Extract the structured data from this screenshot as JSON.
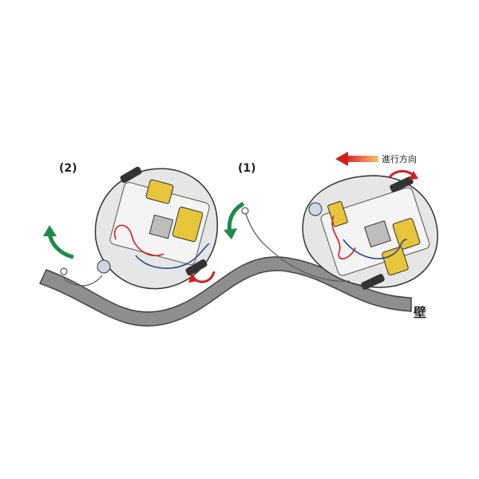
{
  "labels": {
    "step_1": "(1)",
    "step_2": "(2)",
    "wall": "壁",
    "direction": "進行方向"
  },
  "colors": {
    "wall_fill": "#8e8e8e",
    "wall_stroke": "#444444",
    "body_fill": "#e6e6e6",
    "body_stroke": "#333333",
    "motor": "#e8c43a",
    "wire_red": "#d11f1f",
    "wire_blue": "#2c4a8a",
    "arrow_green": "#1f8a4a",
    "arrow_red": "#d11f1f",
    "arrow_orange": "#f0a050"
  },
  "icons": {
    "direction_arrow": "left-arrow-icon",
    "turn_arrow": "curved-arrow-icon",
    "wheel_rotation": "rotation-arrow-icon"
  }
}
